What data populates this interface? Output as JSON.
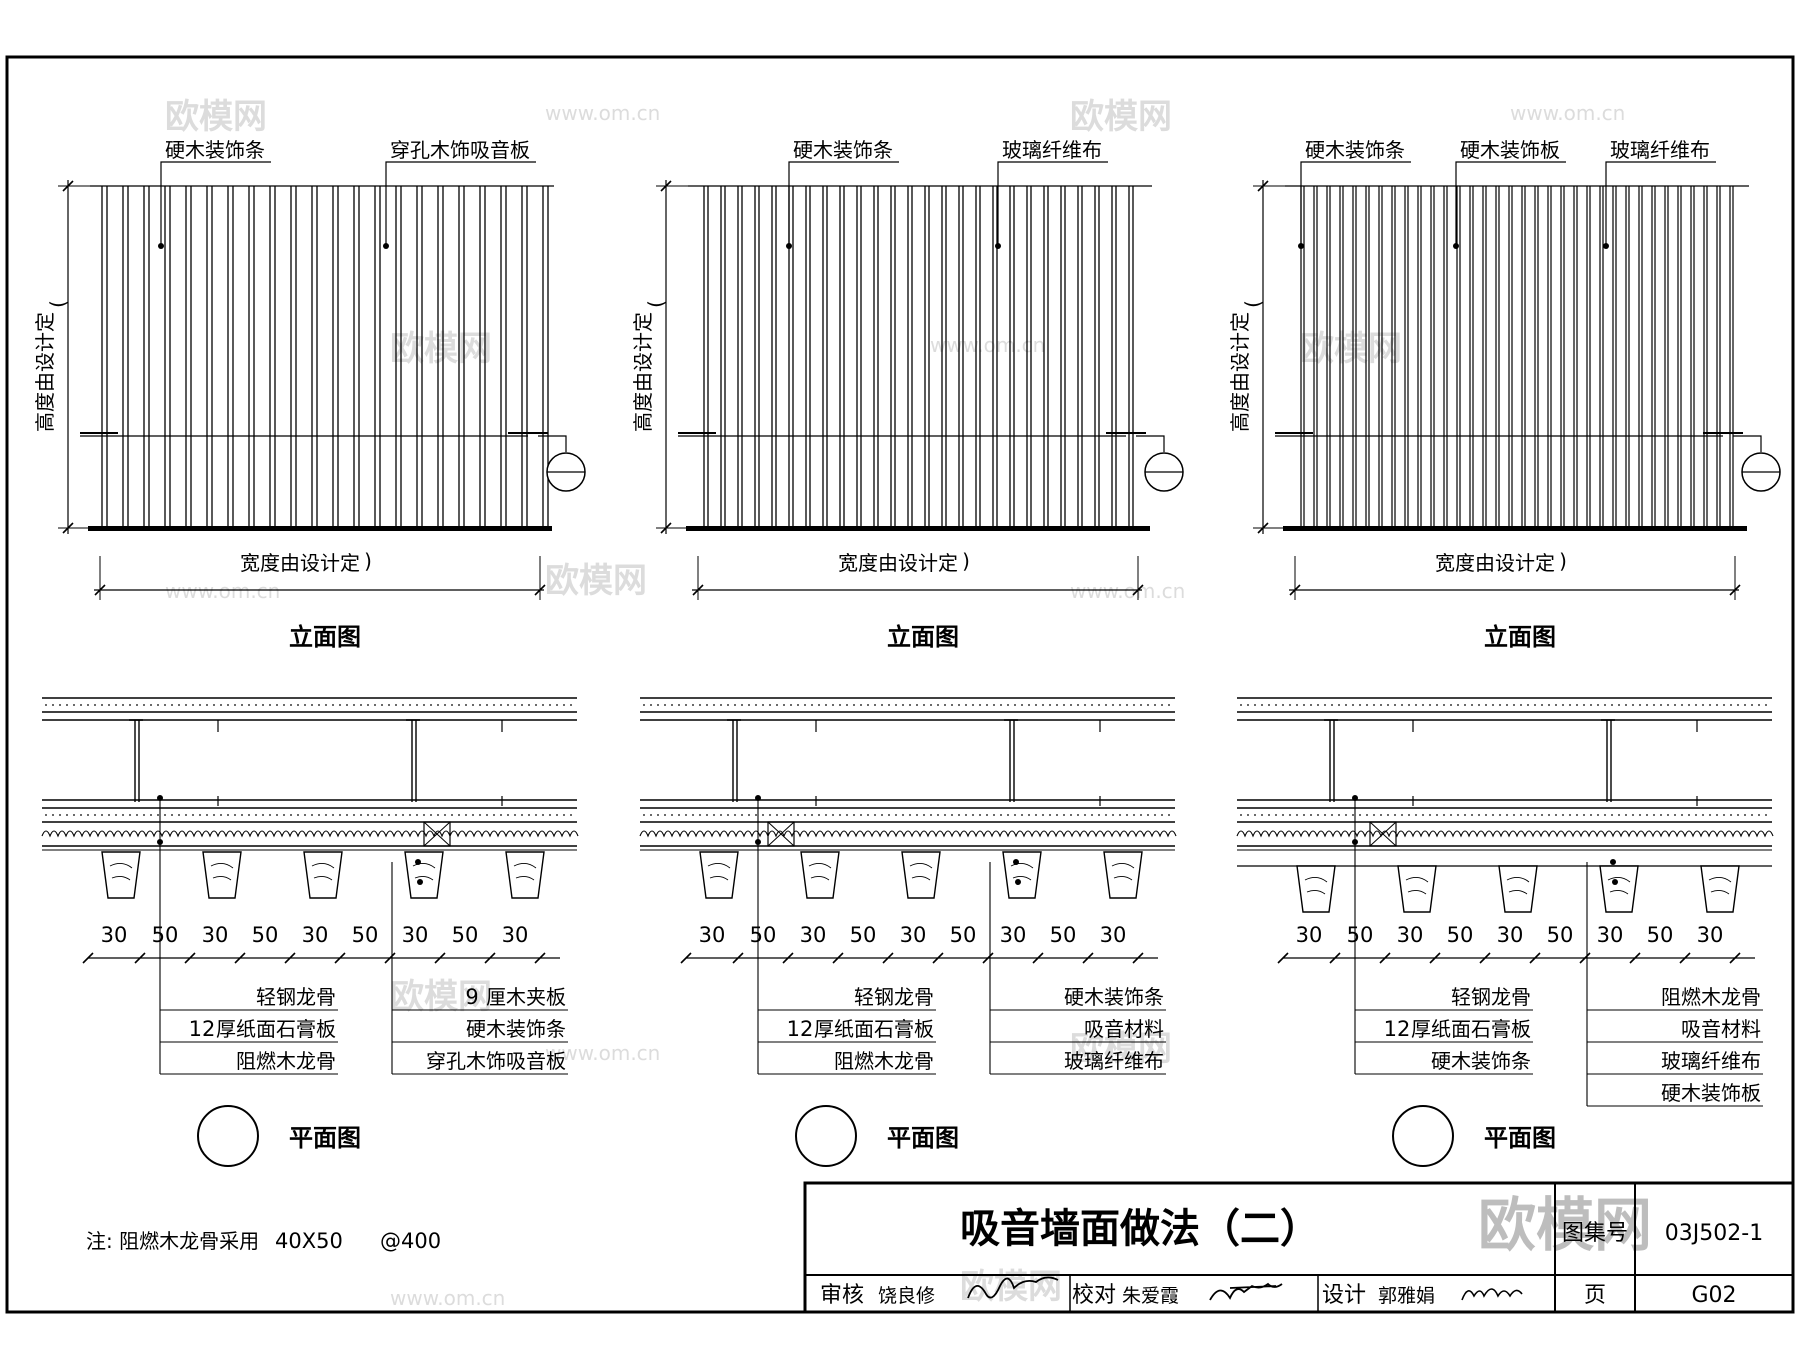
{
  "watermark": {
    "brand": "欧模网",
    "url": "www.om.cn",
    "logo": "欧模网"
  },
  "panels": [
    {
      "elevation": {
        "labels": [
          "硬木装饰条",
          "穿孔木饰吸音板"
        ],
        "height_note": "高度由设计定",
        "height_paren": ")",
        "width_note": "宽度由设计定",
        "width_paren": ")",
        "caption": "立面图"
      },
      "plan": {
        "dims": [
          "30",
          "50",
          "30",
          "50",
          "30",
          "50",
          "30",
          "50",
          "30"
        ],
        "left_callouts": [
          {
            "num": "",
            "text": "轻钢龙骨"
          },
          {
            "num": "12",
            "text": "厚纸面石膏板"
          },
          {
            "num": "",
            "text": "阻燃木龙骨"
          }
        ],
        "right_callouts": [
          {
            "num": "9",
            "text": "厘木夹板"
          },
          {
            "num": "",
            "text": "硬木装饰条"
          },
          {
            "num": "",
            "text": "穿孔木饰吸音板"
          }
        ],
        "caption": "平面图"
      }
    },
    {
      "elevation": {
        "labels": [
          "硬木装饰条",
          "玻璃纤维布"
        ],
        "height_note": "高度由设计定",
        "height_paren": ")",
        "width_note": "宽度由设计定",
        "width_paren": ")",
        "caption": "立面图"
      },
      "plan": {
        "dims": [
          "30",
          "50",
          "30",
          "50",
          "30",
          "50",
          "30",
          "50",
          "30"
        ],
        "left_callouts": [
          {
            "num": "",
            "text": "轻钢龙骨"
          },
          {
            "num": "12",
            "text": "厚纸面石膏板"
          },
          {
            "num": "",
            "text": "阻燃木龙骨"
          }
        ],
        "right_callouts": [
          {
            "num": "",
            "text": "硬木装饰条"
          },
          {
            "num": "",
            "text": "吸音材料"
          },
          {
            "num": "",
            "text": "玻璃纤维布"
          }
        ],
        "caption": "平面图"
      }
    },
    {
      "elevation": {
        "labels": [
          "硬木装饰条",
          "硬木装饰板",
          "玻璃纤维布"
        ],
        "height_note": "高度由设计定",
        "height_paren": ")",
        "width_note": "宽度由设计定",
        "width_paren": ")",
        "caption": "立面图"
      },
      "plan": {
        "dims": [
          "30",
          "50",
          "30",
          "50",
          "30",
          "50",
          "30",
          "50",
          "30"
        ],
        "left_callouts": [
          {
            "num": "",
            "text": "轻钢龙骨"
          },
          {
            "num": "12",
            "text": "厚纸面石膏板"
          },
          {
            "num": "",
            "text": "硬木装饰条"
          }
        ],
        "right_callouts": [
          {
            "num": "",
            "text": "阻燃木龙骨"
          },
          {
            "num": "",
            "text": "吸音材料"
          },
          {
            "num": "",
            "text": "玻璃纤维布"
          },
          {
            "num": "",
            "text": "硬木装饰板"
          }
        ],
        "caption": "平面图"
      }
    }
  ],
  "note": {
    "prefix": "注: 阻燃木龙骨采用",
    "size": "40X50",
    "spacing": "@400"
  },
  "title_block": {
    "title": "吸音墙面做法（二）",
    "atlas_label": "图集号",
    "atlas_number": "03J502-1",
    "review_label": "审核",
    "review_name": "饶良修",
    "check_label": "校对",
    "check_name": "朱爱霞",
    "design_label": "设计",
    "design_name": "郭雅娟",
    "page_label": "页",
    "page_number": "G02"
  }
}
